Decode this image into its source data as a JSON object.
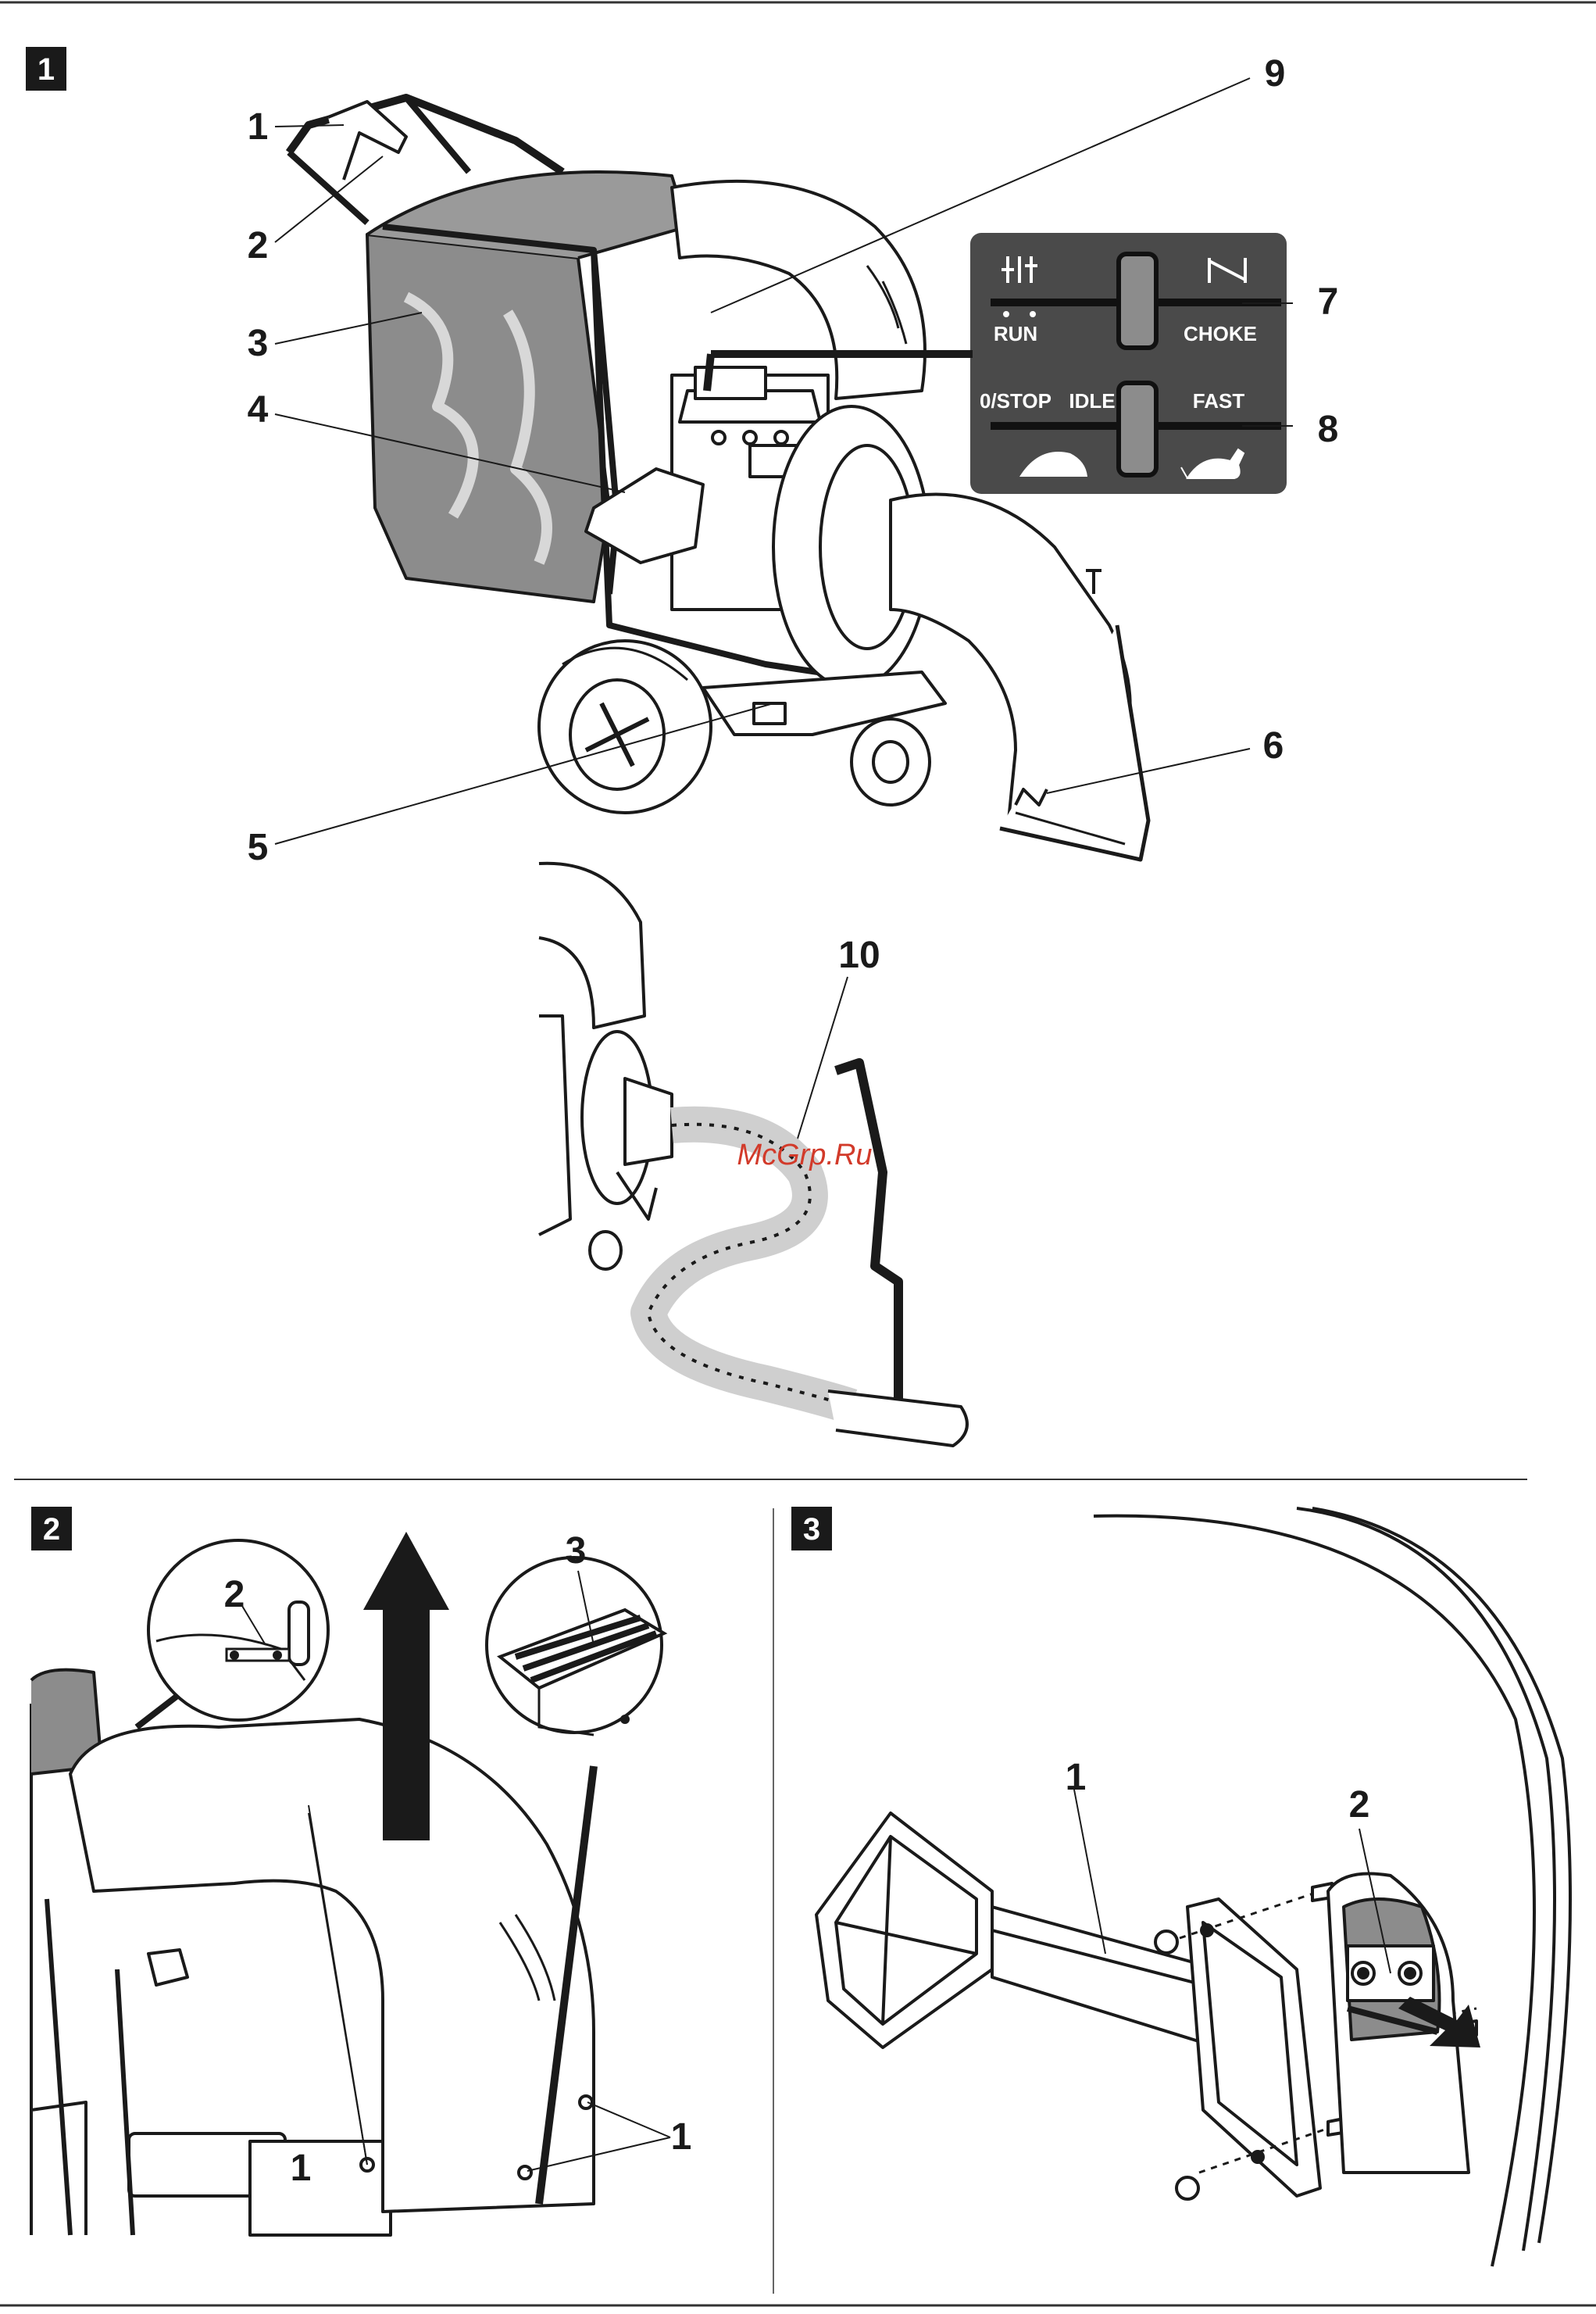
{
  "figures": {
    "fig1": {
      "badge": "1",
      "callouts": [
        "1",
        "2",
        "3",
        "4",
        "5",
        "6",
        "7",
        "8",
        "9",
        "10"
      ],
      "control_plate": {
        "run": "RUN",
        "choke": "CHOKE",
        "stop": "0/STOP",
        "idle": "IDLE",
        "fast": "FAST"
      }
    },
    "fig2": {
      "badge": "2",
      "callouts": [
        "2",
        "3",
        "1",
        "1"
      ]
    },
    "fig3": {
      "badge": "3",
      "callouts": [
        "1",
        "2"
      ]
    }
  },
  "watermark": "McGrp.Ru",
  "colors": {
    "ink": "#1a1a1a",
    "plate": "#4a4a4a",
    "bag": "#8c8c8c",
    "watermark": "#d23a2a"
  }
}
